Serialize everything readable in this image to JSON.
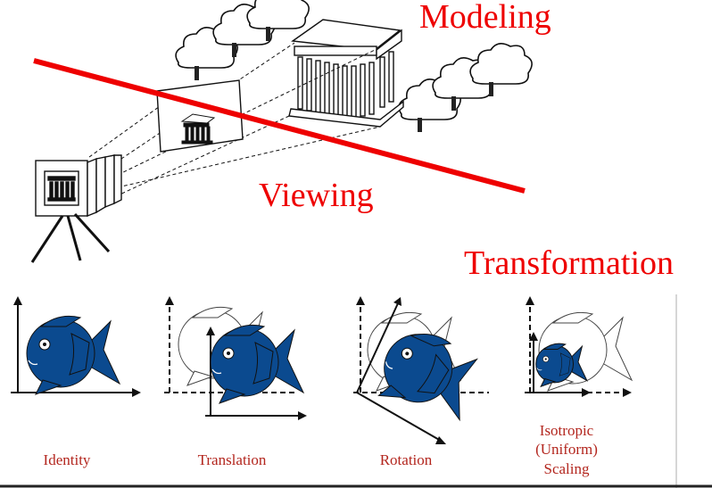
{
  "labels": {
    "modeling": "Modeling",
    "viewing": "Viewing",
    "transformation": "Transformation"
  },
  "captions": {
    "identity": "Identity",
    "translation": "Translation",
    "rotation": "Rotation",
    "scaling_line1": "Isotropic",
    "scaling_line2": "(Uniform)",
    "scaling_line3": "Scaling"
  },
  "colors": {
    "accent_red": "#ee0000",
    "caption_red": "#b3261e",
    "fish_blue": "#0b4a8f",
    "ink": "#111111"
  }
}
